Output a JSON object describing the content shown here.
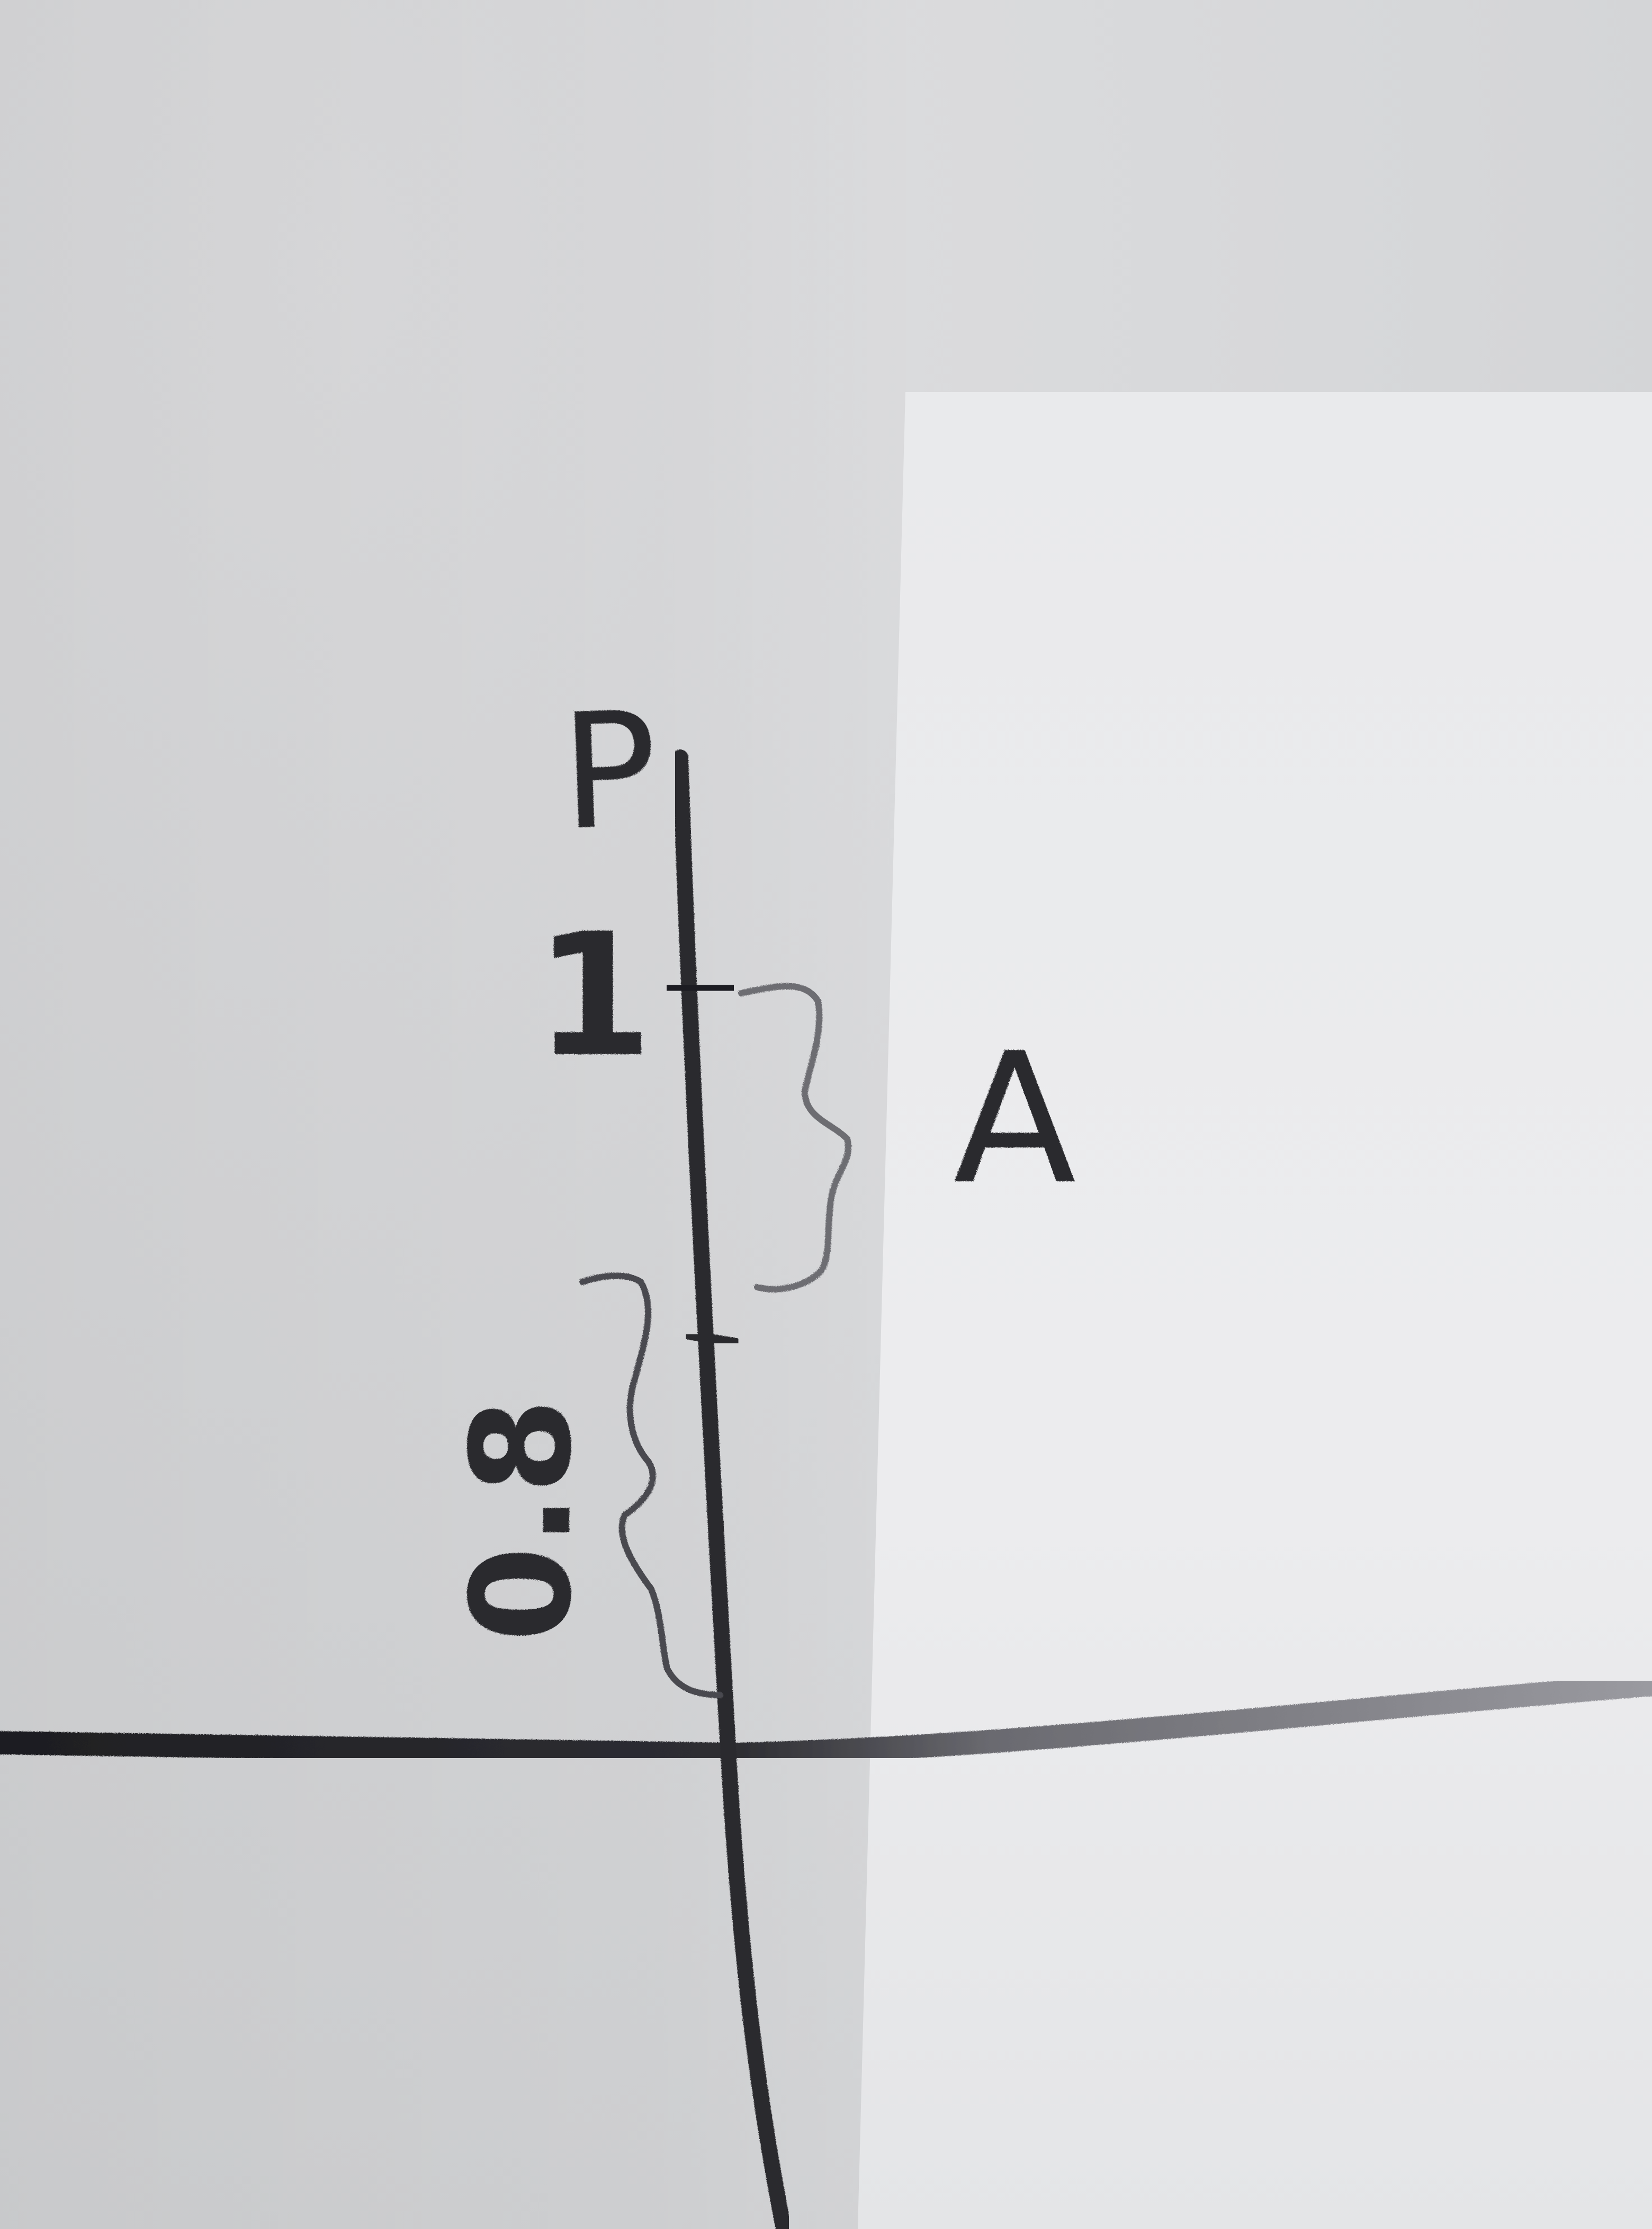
{
  "diagram": {
    "y_axis_label": "P",
    "point_label": "A",
    "tick_values": [
      "1",
      "0.8"
    ],
    "colors": {
      "paper": "#dcdcde",
      "pencil_dark": "#2b2b2f",
      "pencil_light": "#8c8c90"
    }
  }
}
